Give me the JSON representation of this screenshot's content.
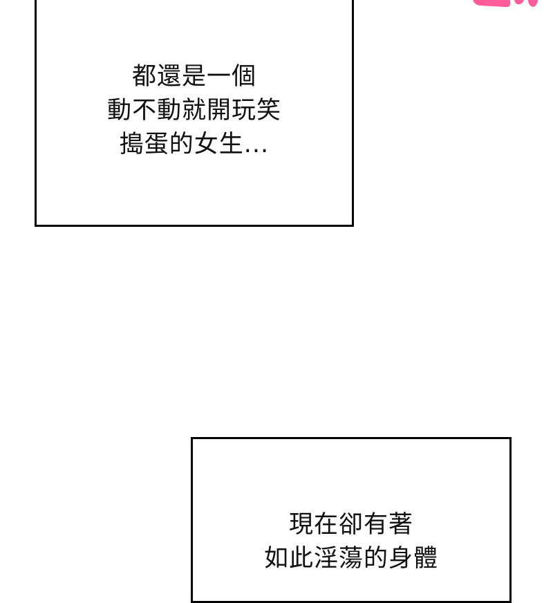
{
  "decorations": {
    "splash_color": "#ff5b9a",
    "splash_icon": "pink-sound-effect-fragment"
  },
  "panels": [
    {
      "lines": [
        "都還是一個",
        "動不動就開玩笑",
        "搗蛋的女生..."
      ]
    },
    {
      "lines": [
        "現在卻有著",
        "如此淫蕩的身體"
      ]
    }
  ]
}
